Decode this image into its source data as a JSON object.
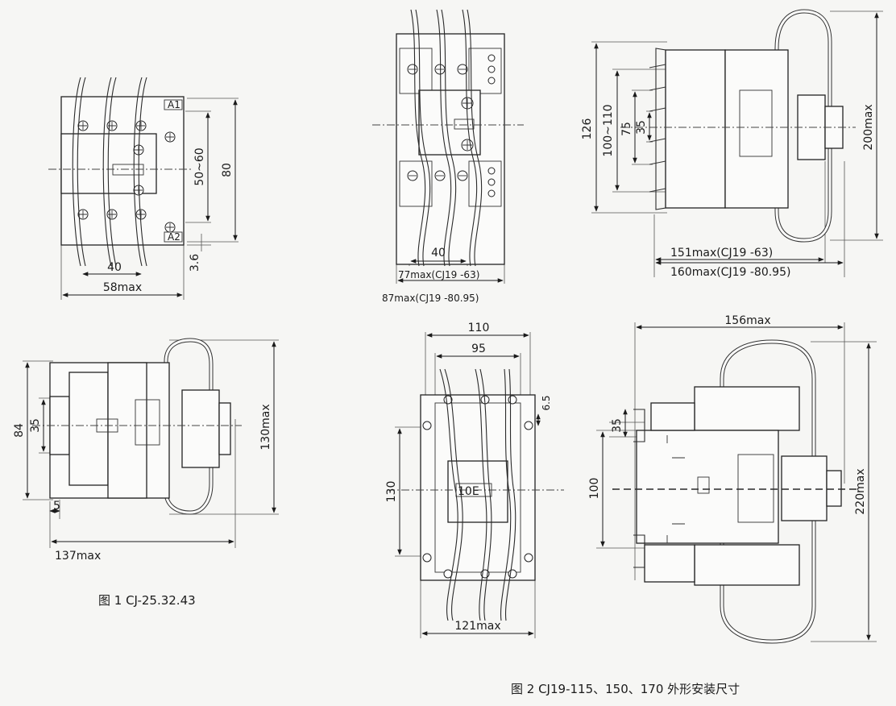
{
  "figure1": {
    "caption": "图 1 CJ-25.32.43",
    "front": {
      "terminal_a1": "A1",
      "terminal_a2": "A2",
      "dim_40": "40",
      "dim_58max": "58max",
      "dim_50_60": "50~60",
      "dim_80": "80",
      "dim_3_6": "3.6"
    },
    "side": {
      "dim_84": "84",
      "dim_35": "35",
      "dim_5": "5",
      "dim_130max": "130max",
      "dim_137max": "137max"
    }
  },
  "figure2": {
    "caption": "图 2 CJ19-115、150、170 外形安装尺寸",
    "top_front": {
      "dim_40": "40",
      "dim_77max": "77max(CJ19  -63)",
      "dim_87max": "87max(CJ19  -80.95)"
    },
    "top_side": {
      "dim_126": "126",
      "dim_100_110": "100~110",
      "dim_75": "75",
      "dim_35": "35",
      "dim_200max": "200max",
      "dim_151max": "151max(CJ19  -63)",
      "dim_160max": "160max(CJ19  -80.95)"
    },
    "bottom_front": {
      "dim_110": "110",
      "dim_95": "95",
      "dim_6_5": "6.5",
      "dim_130": "130",
      "dim_121max": "121max",
      "label_10e": "10E"
    },
    "bottom_side": {
      "dim_156max": "156max",
      "dim_35": "35",
      "dim_100": "100",
      "dim_220max": "220max"
    }
  }
}
